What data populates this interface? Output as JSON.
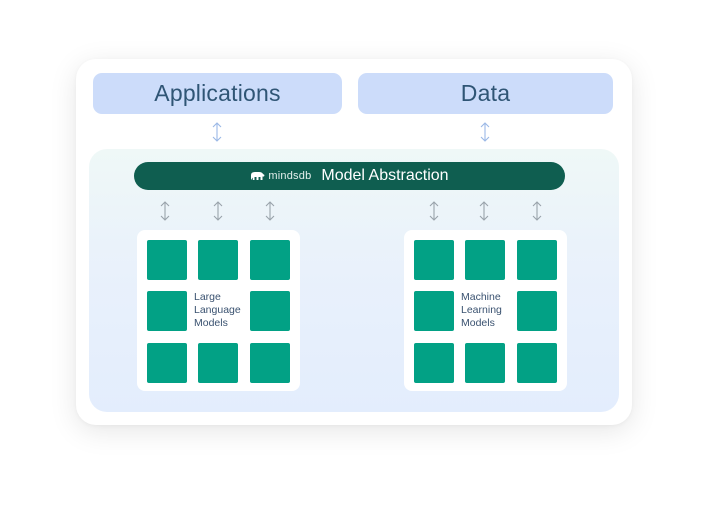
{
  "diagram": {
    "top_boxes": {
      "applications": "Applications",
      "data": "Data"
    },
    "abstraction_bar": {
      "logo_text": "mindsdb",
      "logo_icon": "bear-icon",
      "title": "Model Abstraction",
      "color": "#0f5e50"
    },
    "model_groups": [
      {
        "label": "Large\nLanguage\nModels",
        "cells": 8
      },
      {
        "label": "Machine\nLearning\nModels",
        "cells": 8
      }
    ],
    "colors": {
      "top_box_fill": "#ccdcfa",
      "top_box_text": "#2f5575",
      "cell_fill": "#02a185",
      "top_arrow": "#9bb8e6",
      "lower_arrow": "#9aa3ab"
    }
  }
}
